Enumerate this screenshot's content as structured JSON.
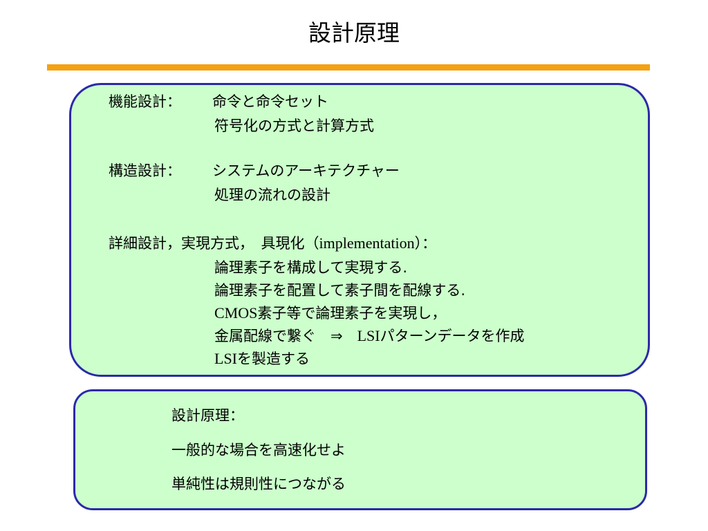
{
  "title": "設計原理",
  "colors": {
    "accent_rule": "#f5a111",
    "box_fill": "#ccffcc",
    "box_border": "#2a2aa8"
  },
  "box1": {
    "functional": {
      "label": "機能設計：",
      "line1": "命令と命令セット",
      "line2": "符号化の方式と計算方式"
    },
    "structural": {
      "label": "構造設計：",
      "line1": "システムのアーキテクチャー",
      "line2": "処理の流れの設計"
    },
    "detailed": {
      "label": "詳細設計，実現方式，　具現化（",
      "label_latin": "implementation",
      "label_end": "）：",
      "line1": "論理素子を構成して実現する.",
      "line2": "論理素子を配置して素子間を配線する.",
      "line3_latin": "CMOS",
      "line3_rest": "素子等で論理素子を実現し，",
      "line4_a": "金属配線で繋ぐ　⇒　",
      "line4_latin": "LSI",
      "line4_b": "パターンデータを作成",
      "line5_latin": "LSI",
      "line5_rest": "を製造する"
    }
  },
  "box2": {
    "heading": "設計原理：",
    "line1": "一般的な場合を高速化せよ",
    "line2": "単純性は規則性につながる"
  }
}
